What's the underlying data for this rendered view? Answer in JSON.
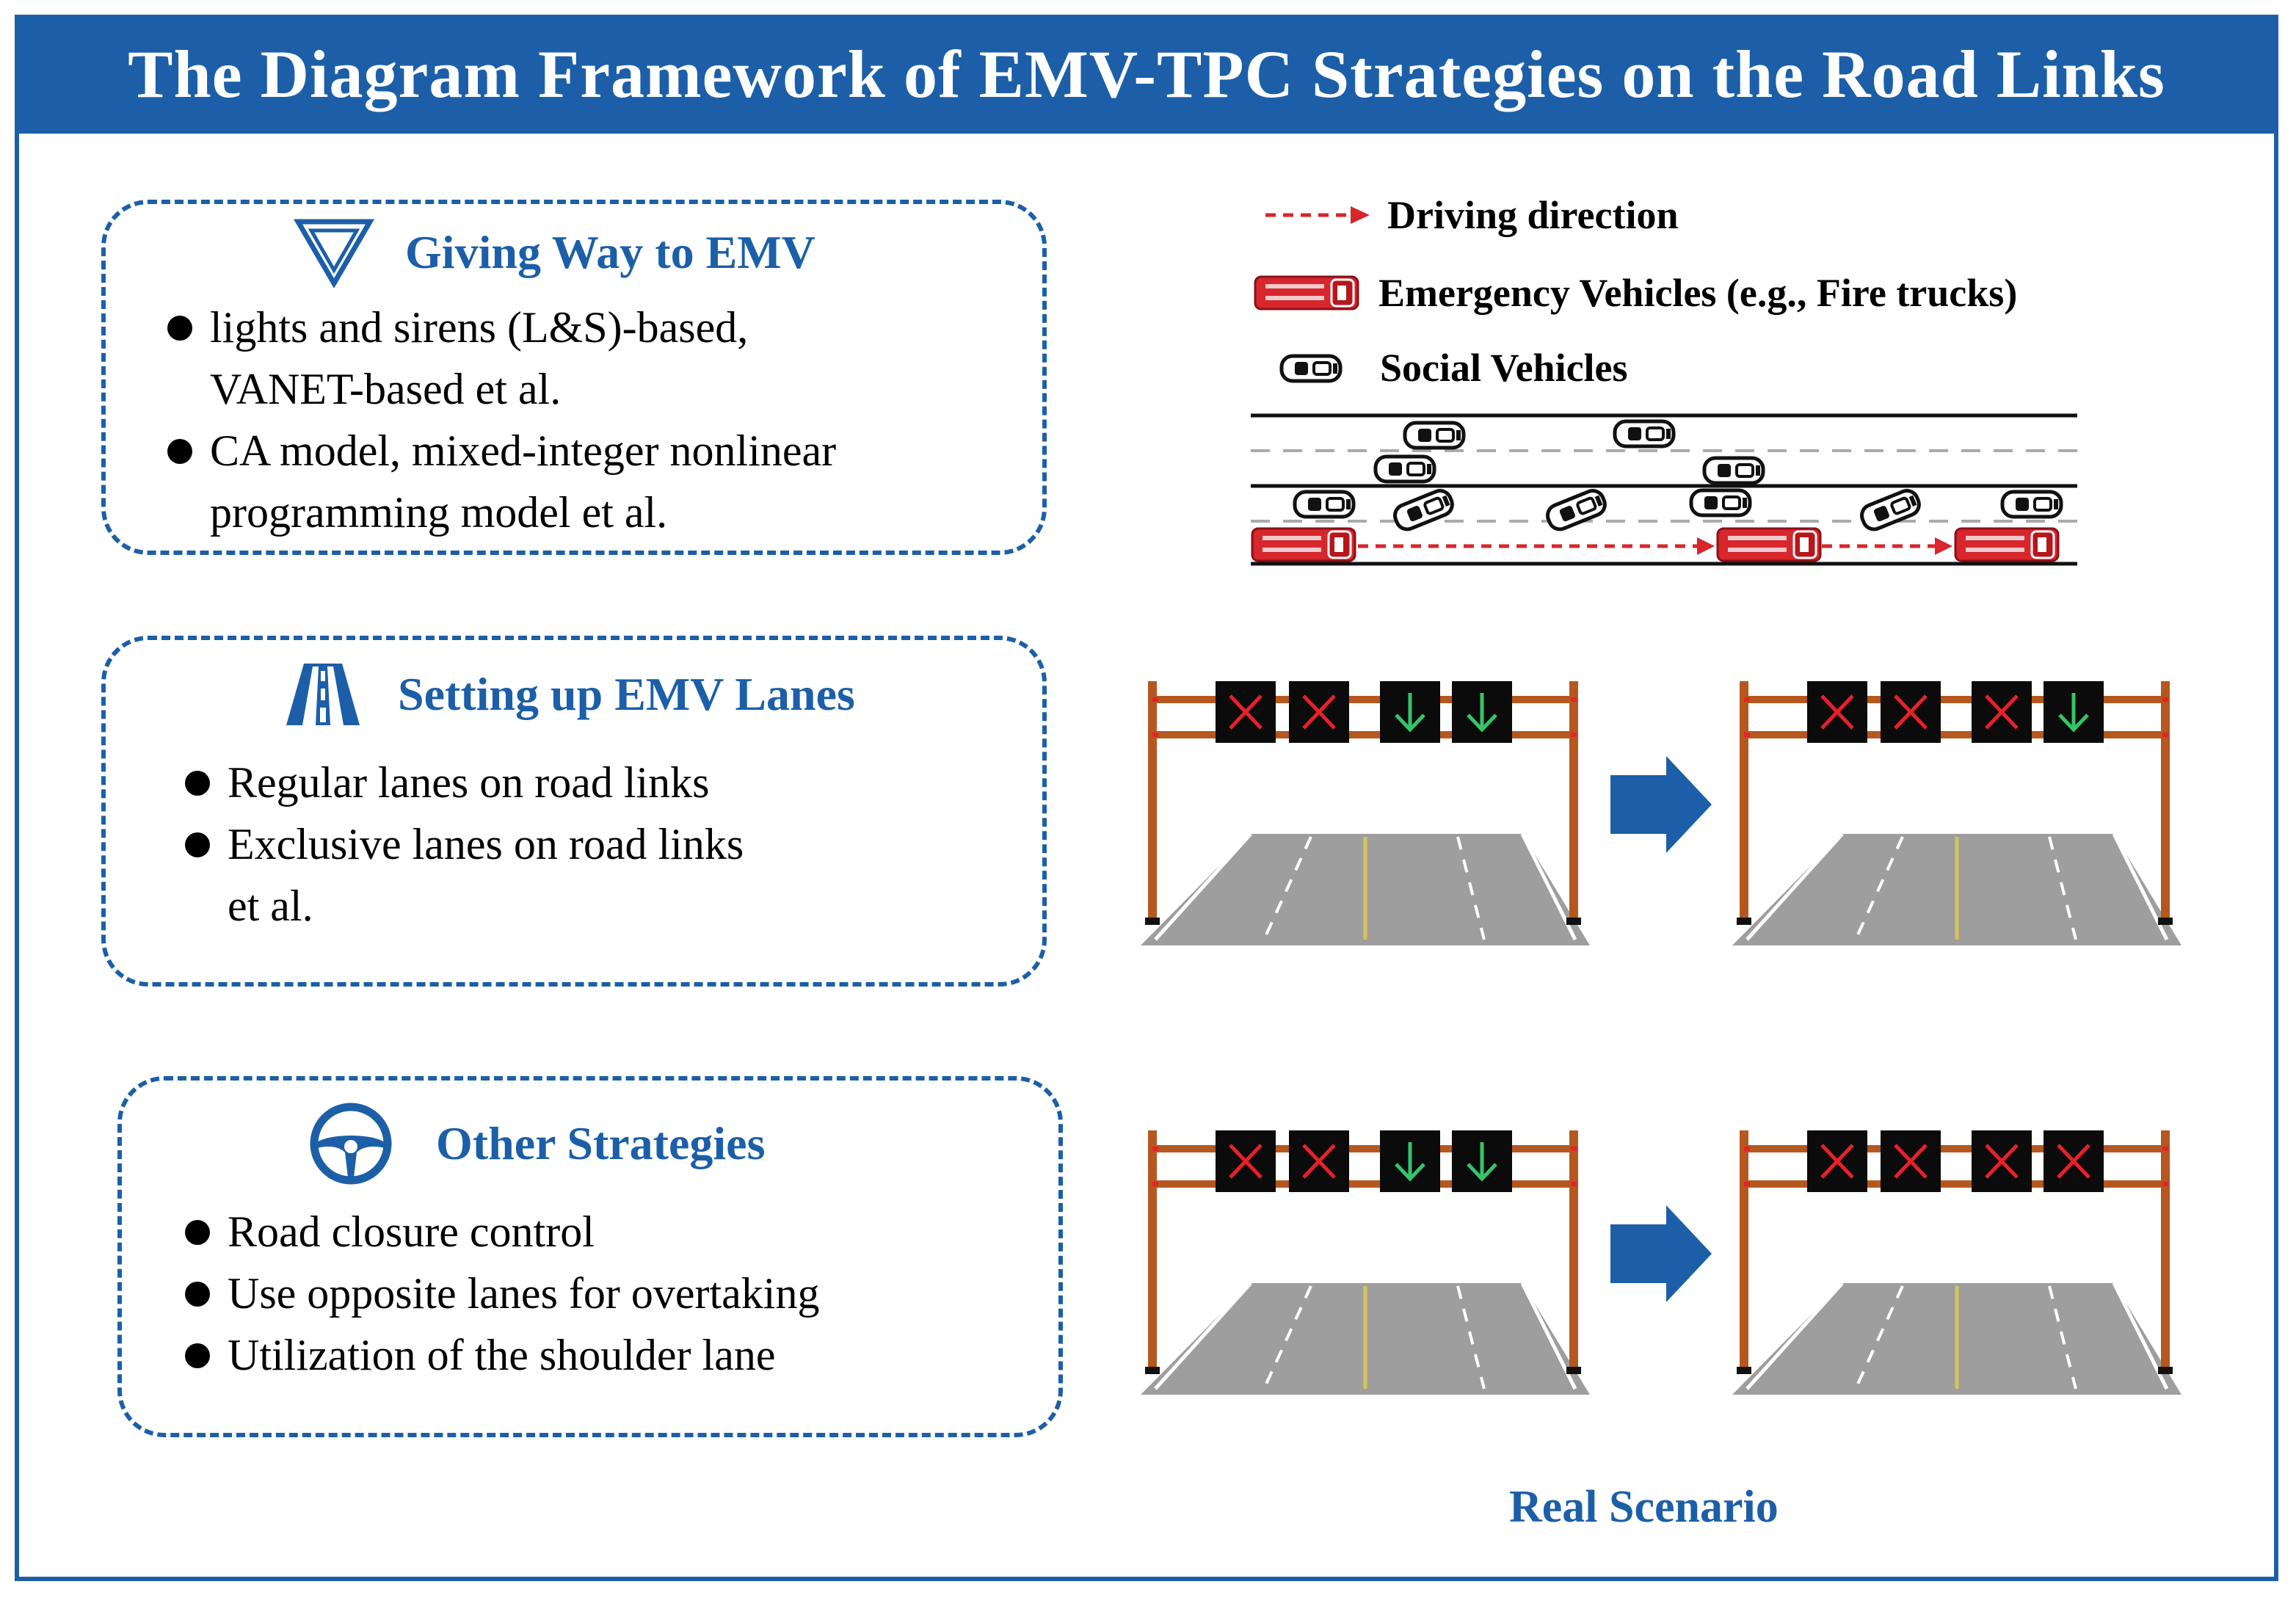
{
  "title": "The Diagram Framework of EMV-TPC Strategies on the Road Links",
  "strategies": [
    {
      "heading": "Giving Way to EMV",
      "icon": "yield-triangle-icon",
      "bullets": [
        "lights and sirens (L&S)-based,\nVANET-based   et al.",
        "CA model, mixed-integer  nonlinear\nprogramming  model et al."
      ]
    },
    {
      "heading": "Setting up EMV Lanes",
      "icon": "road-lanes-icon",
      "bullets": [
        "Regular  lanes  on  road  links",
        "Exclusive  lanes  on  road  links\net al."
      ]
    },
    {
      "heading": "Other Strategies",
      "icon": "steering-wheel-icon",
      "bullets": [
        "Road  closure  control",
        "Use  opposite  lanes  for  overtaking",
        "Utilization  of  the  shoulder  lane"
      ]
    }
  ],
  "legend": {
    "driving_direction": "Driving direction",
    "emergency_vehicles": "Emergency Vehicles (e.g., Fire trucks)",
    "social_vehicles": "Social Vehicles"
  },
  "scene_caption": "Real Scenario",
  "colors": {
    "brand_blue": "#1c5fa8",
    "emv_red": "#d7262c",
    "gantry_brown": "#b5581f",
    "signal_red": "#e8202a",
    "signal_green": "#36c46a",
    "road_gray": "#9e9e9e"
  },
  "lane_signals": [
    {
      "before": [
        "closed",
        "closed",
        "open",
        "open"
      ],
      "after": [
        "closed",
        "closed",
        "closed",
        "open"
      ]
    },
    {
      "before": [
        "closed",
        "closed",
        "open",
        "open"
      ],
      "after": [
        "closed",
        "closed",
        "closed",
        "closed"
      ]
    }
  ]
}
